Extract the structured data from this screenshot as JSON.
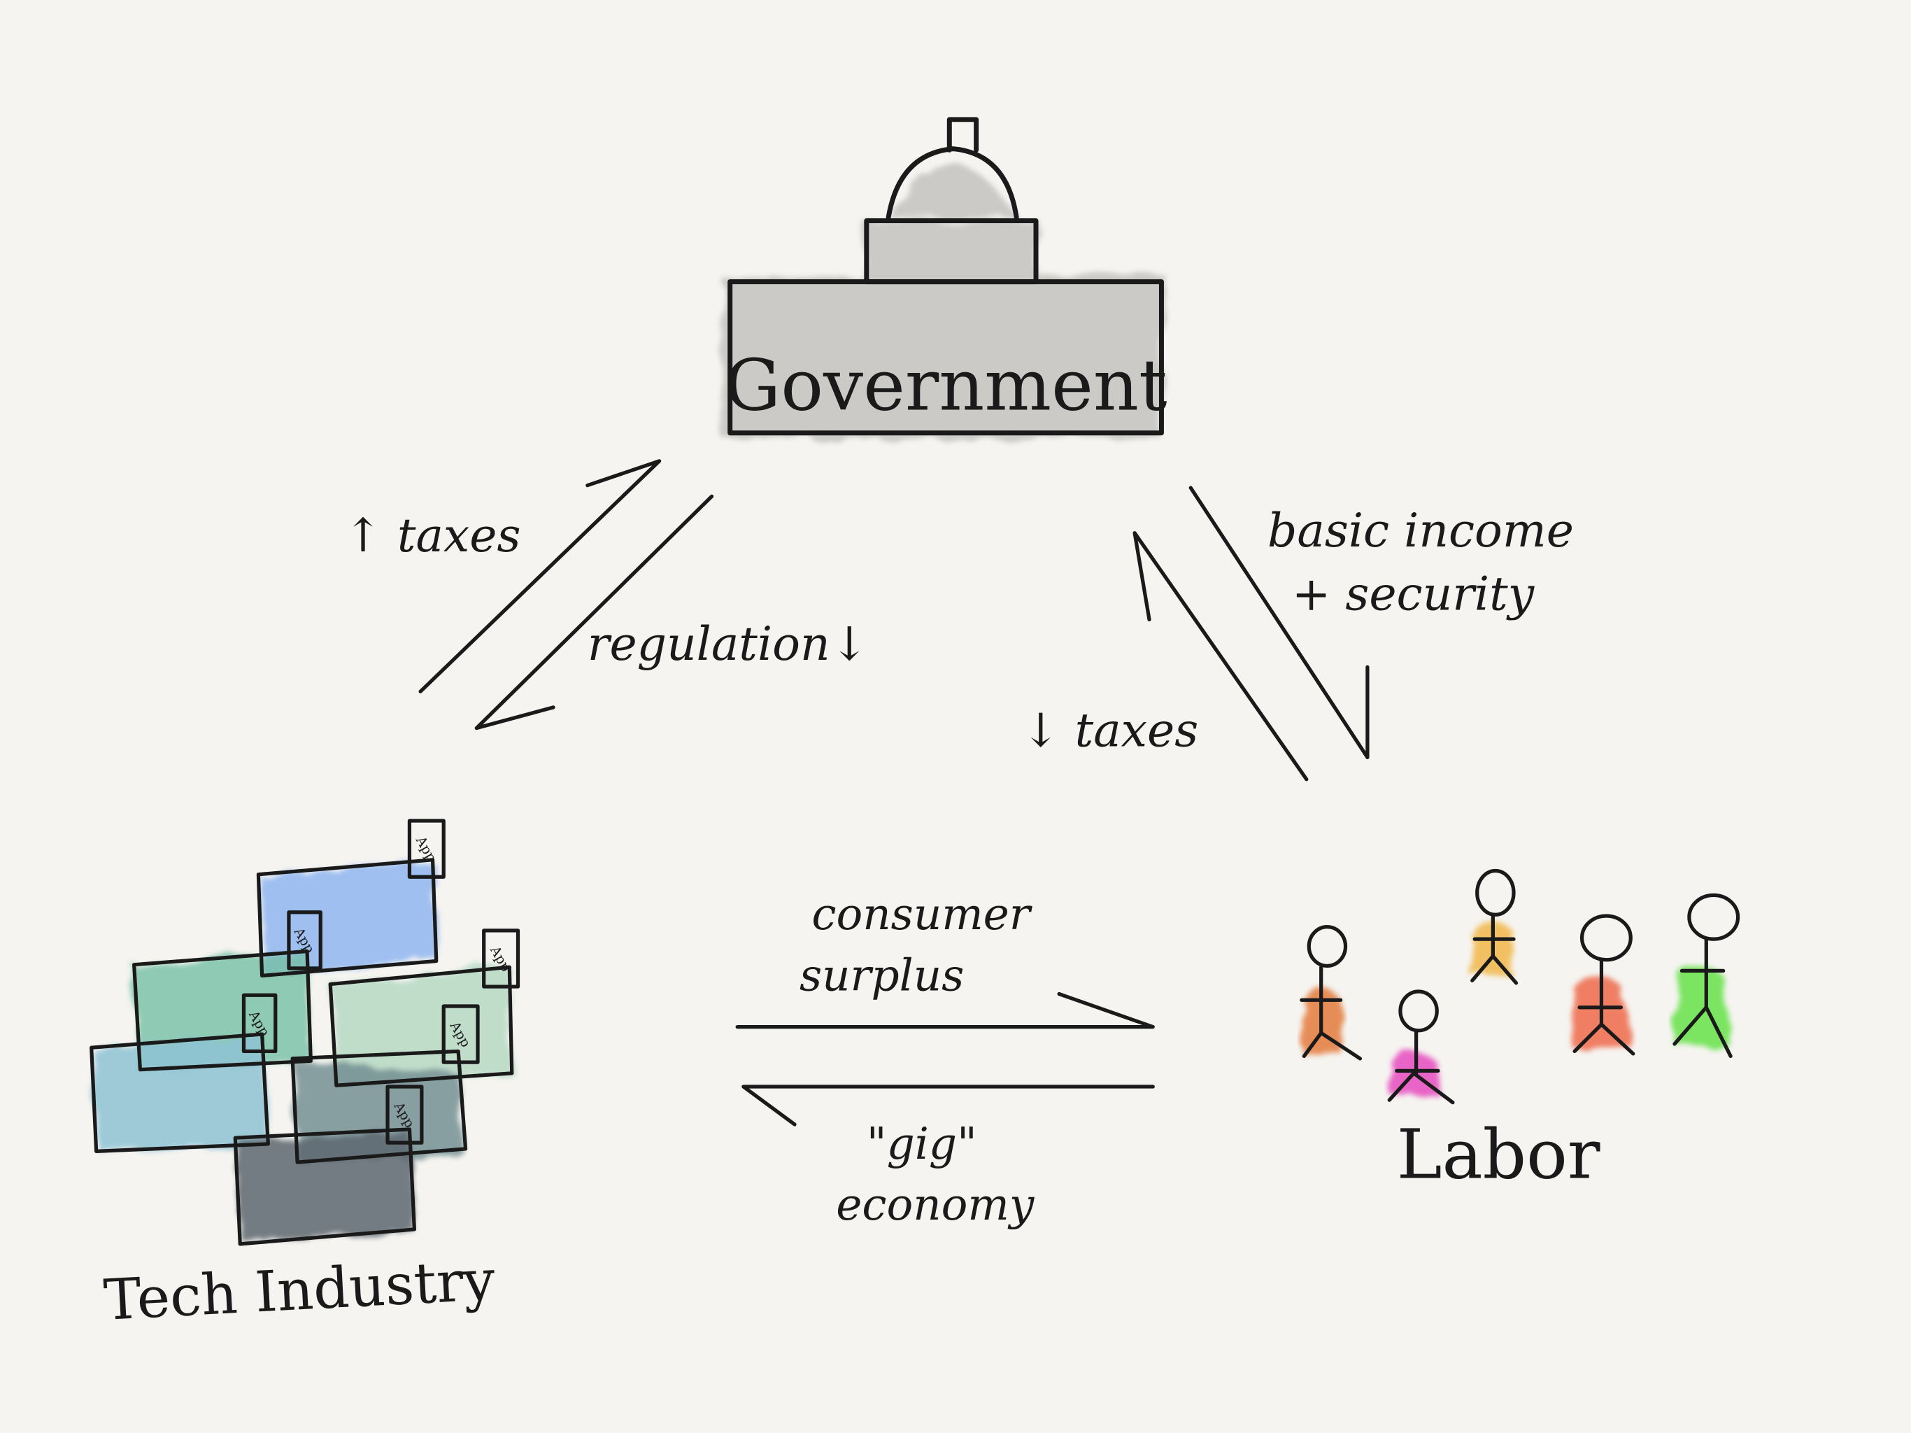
{
  "nodes": {
    "government": {
      "label": "Government"
    },
    "tech": {
      "label": "Tech Industry",
      "app_label": "App"
    },
    "labor": {
      "label": "Labor"
    }
  },
  "edges": {
    "tech_to_gov": {
      "label": "↑ taxes"
    },
    "gov_to_tech": {
      "label": "regulation↓"
    },
    "labor_to_gov": {
      "label": "↓ taxes"
    },
    "gov_to_labor_line1": {
      "label": "basic income"
    },
    "gov_to_labor_line2": {
      "label": "+ security"
    },
    "tech_to_labor_line1": {
      "label": "consumer"
    },
    "tech_to_labor_line2": {
      "label": "surplus"
    },
    "labor_to_tech_line1": {
      "label": "\"gig\""
    },
    "labor_to_tech_line2": {
      "label": "economy"
    }
  },
  "colors": {
    "background": "#f5f4f0",
    "ink": "#1a1a1a",
    "building": "#c9c8c5",
    "app_blue": "#8fb6f0",
    "app_teal": "#74c0a6",
    "app_sea": "#8fc3d4",
    "app_mint": "#b7d9c4",
    "app_slate": "#6e8a8f",
    "app_dark": "#5d6870",
    "person_orange": "#e47b3c",
    "person_magenta": "#e64bbf",
    "person_yellow": "#f2b84c",
    "person_red": "#ef6a4c",
    "person_green": "#66e24a"
  }
}
